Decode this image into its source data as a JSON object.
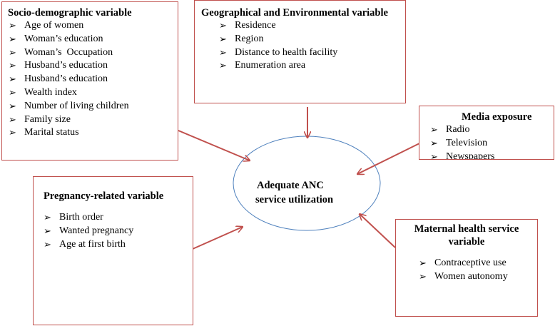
{
  "socio": {
    "title": "Socio-demographic variable",
    "items": [
      "Age of women",
      "Woman’s education",
      "Woman’s  Occupation",
      "Husband’s education",
      "Husband’s education",
      "Wealth index",
      "Number of living children",
      "Family size",
      "Marital status"
    ]
  },
  "geo": {
    "title": "Geographical and Environmental variable",
    "items": [
      "Residence",
      "Region",
      "Distance to health facility",
      "Enumeration area"
    ]
  },
  "media": {
    "title": "Media exposure",
    "items": [
      "Radio",
      "Television",
      "Newspapers"
    ]
  },
  "pregnancy": {
    "title": "Pregnancy-related variable",
    "items": [
      "Birth order",
      "Wanted pregnancy",
      "Age at first birth"
    ]
  },
  "maternal": {
    "title_line1": "Maternal health service",
    "title_line2": "variable",
    "items": [
      "Contraceptive use",
      "Women autonomy"
    ]
  },
  "outcome": {
    "line1": "Adequate ANC",
    "line2": "service utilization"
  },
  "bullet_glyph": "➢",
  "colors": {
    "border": "#c0504d",
    "arrow": "#c0504d",
    "ellipse": "#4f81bd"
  }
}
